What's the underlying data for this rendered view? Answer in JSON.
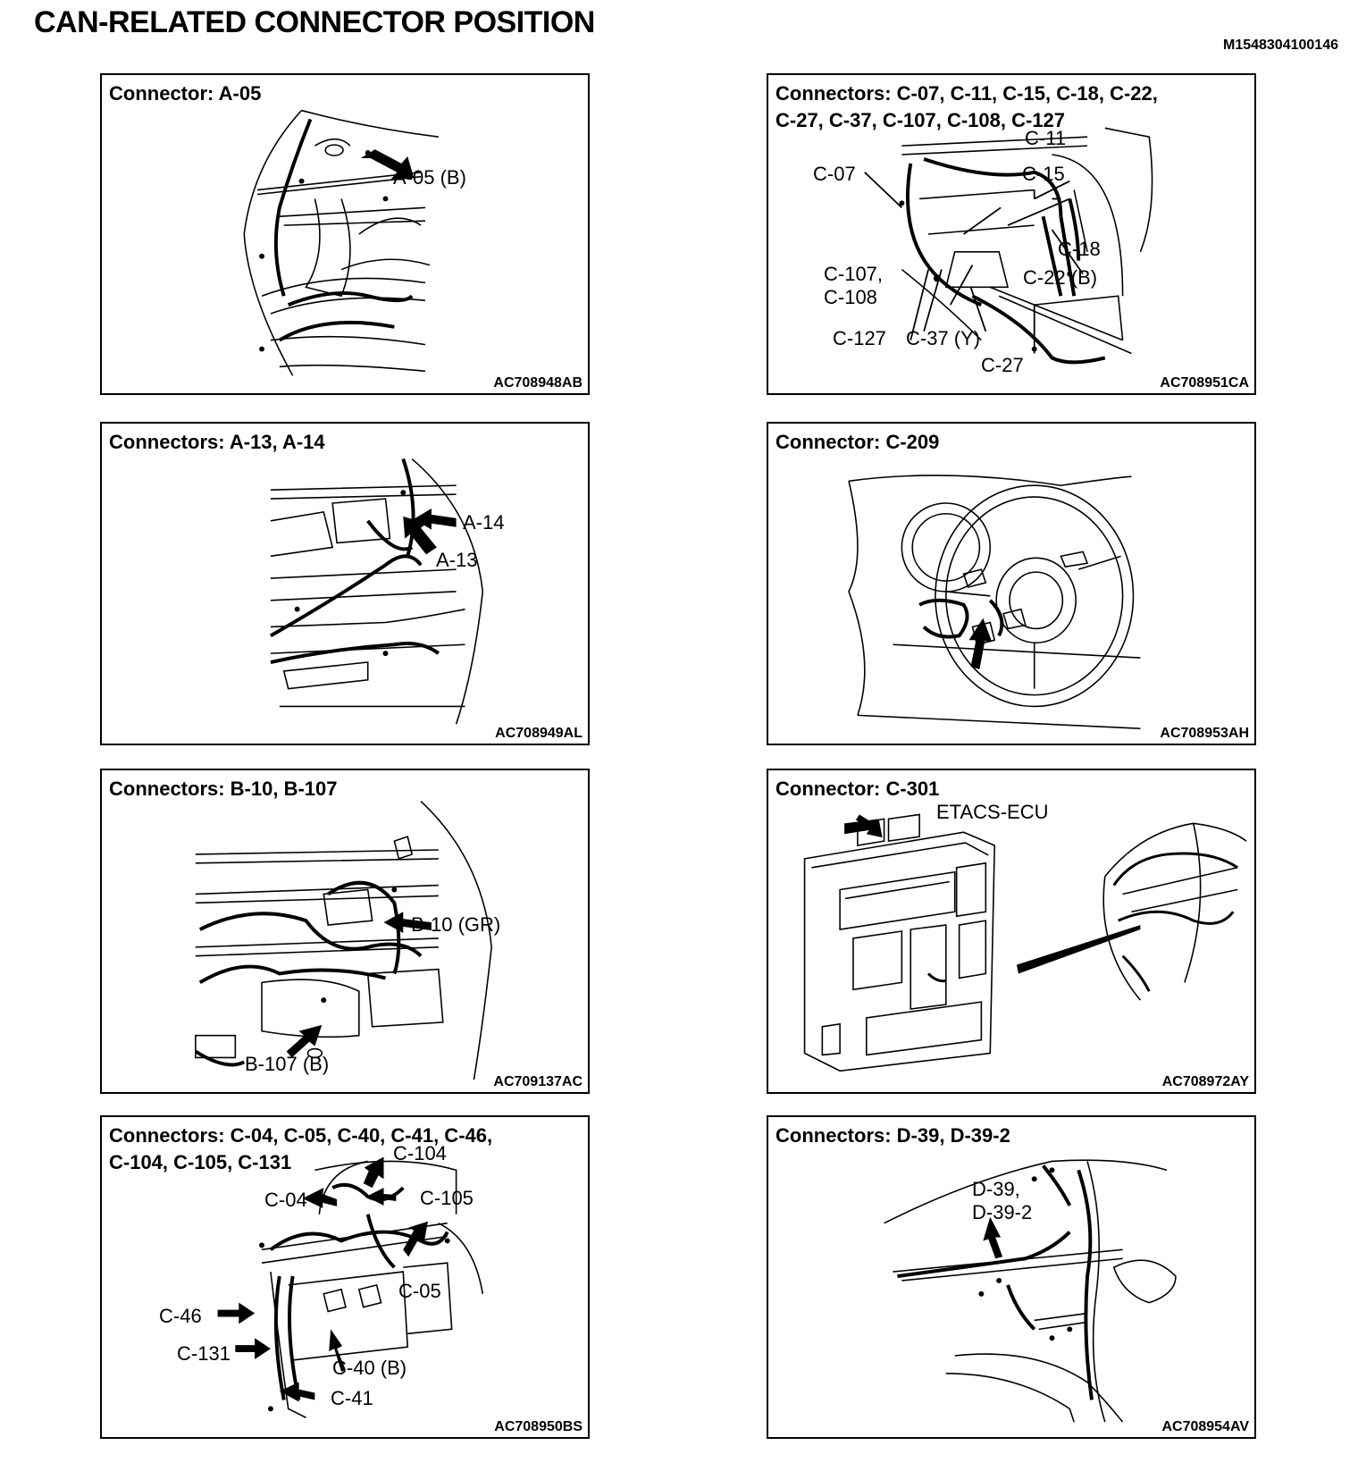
{
  "header": {
    "title": "CAN-RELATED CONNECTOR POSITION",
    "doc_id": "M1548304100146"
  },
  "panels": [
    {
      "title": "Connector: A-05",
      "code": "AC708948AB",
      "callouts": [
        "A-05 (B)"
      ]
    },
    {
      "title": "Connectors: C-07, C-11, C-15, C-18, C-22,\nC-27, C-37, C-107, C-108, C-127",
      "code": "AC708951CA",
      "callouts": [
        "C-11",
        "C-15",
        "C-07",
        "C-18",
        "C-107,\nC-108",
        "C-22 (B)",
        "C-127",
        "C-37 (Y)",
        "C-27"
      ]
    },
    {
      "title": "Connectors: A-13, A-14",
      "code": "AC708949AL",
      "callouts": [
        "A-14",
        "A-13"
      ]
    },
    {
      "title": "Connector: C-209",
      "code": "AC708953AH",
      "callouts": []
    },
    {
      "title": "Connectors: B-10, B-107",
      "code": "AC709137AC",
      "callouts": [
        "B-10 (GR)",
        "B-107 (B)"
      ]
    },
    {
      "title": "Connector: C-301",
      "code": "AC708972AY",
      "callouts": [],
      "extra_label": "ETACS-ECU"
    },
    {
      "title": "Connectors: C-04, C-05, C-40, C-41, C-46,\nC-104, C-105, C-131",
      "code": "AC708950BS",
      "callouts": [
        "C-104",
        "C-04",
        "C-105",
        "C-05",
        "C-46",
        "C-131",
        "C-40 (B)",
        "C-41"
      ]
    },
    {
      "title": "Connectors: D-39, D-39-2",
      "code": "AC708954AV",
      "callouts": [
        "D-39,\nD-39-2"
      ]
    }
  ]
}
